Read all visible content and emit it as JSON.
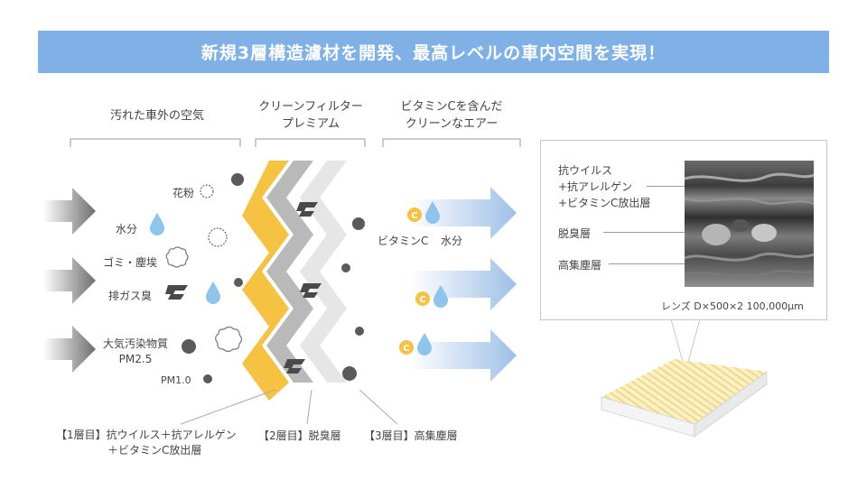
{
  "banner": {
    "title": "新規3層構造濾材を開発、最高レベルの車内空間を実現！"
  },
  "headers": {
    "dirty_air": "汚れた車外の空気",
    "filter_line1": "クリーンフィルター",
    "filter_line2": "プレミアム",
    "clean_line1": "ビタミンCを含んだ",
    "clean_line2": "クリーンなエアー"
  },
  "pollutants": {
    "pollen": "花粉",
    "water": "水分",
    "dust": "ゴミ・塵埃",
    "exhaust": "排ガス臭",
    "pm25_line1": "大気汚染物質",
    "pm25_line2": "PM2.5",
    "pm10": "PM1.0"
  },
  "output": {
    "vitamin_c": "ビタミンC",
    "water": "水分",
    "c_glyph": "C"
  },
  "layers": {
    "layer1_line1": "【1層目】抗ウイルス＋抗アレルゲン",
    "layer1_line2": "＋ビタミンC放出層",
    "layer2": "【2層目】脱臭層",
    "layer3": "【3層目】高集塵層"
  },
  "micro_panel": {
    "label1_line1": "抗ウイルス",
    "label1_line2": "+抗アレルゲン",
    "label1_line3": "+ビタミンC放出層",
    "label2": "脱臭層",
    "label3": "高集塵層",
    "caption": "レンズ D×500×2 100,000μm"
  },
  "colors": {
    "banner": "#7fb1e6",
    "layer1": "#f5c242",
    "layer2": "#b9b9b9",
    "layer3": "#e6e6e6",
    "water_drop": "#8ec5ec",
    "vitamin_c": "#f5c242",
    "clean_arrow": "#a9c9ec"
  },
  "icons": [
    "pollen-icon",
    "water-drop-icon",
    "dust-icon",
    "exhaust-icon",
    "particle-icon",
    "vitamin-c-icon",
    "arrow-icon"
  ]
}
